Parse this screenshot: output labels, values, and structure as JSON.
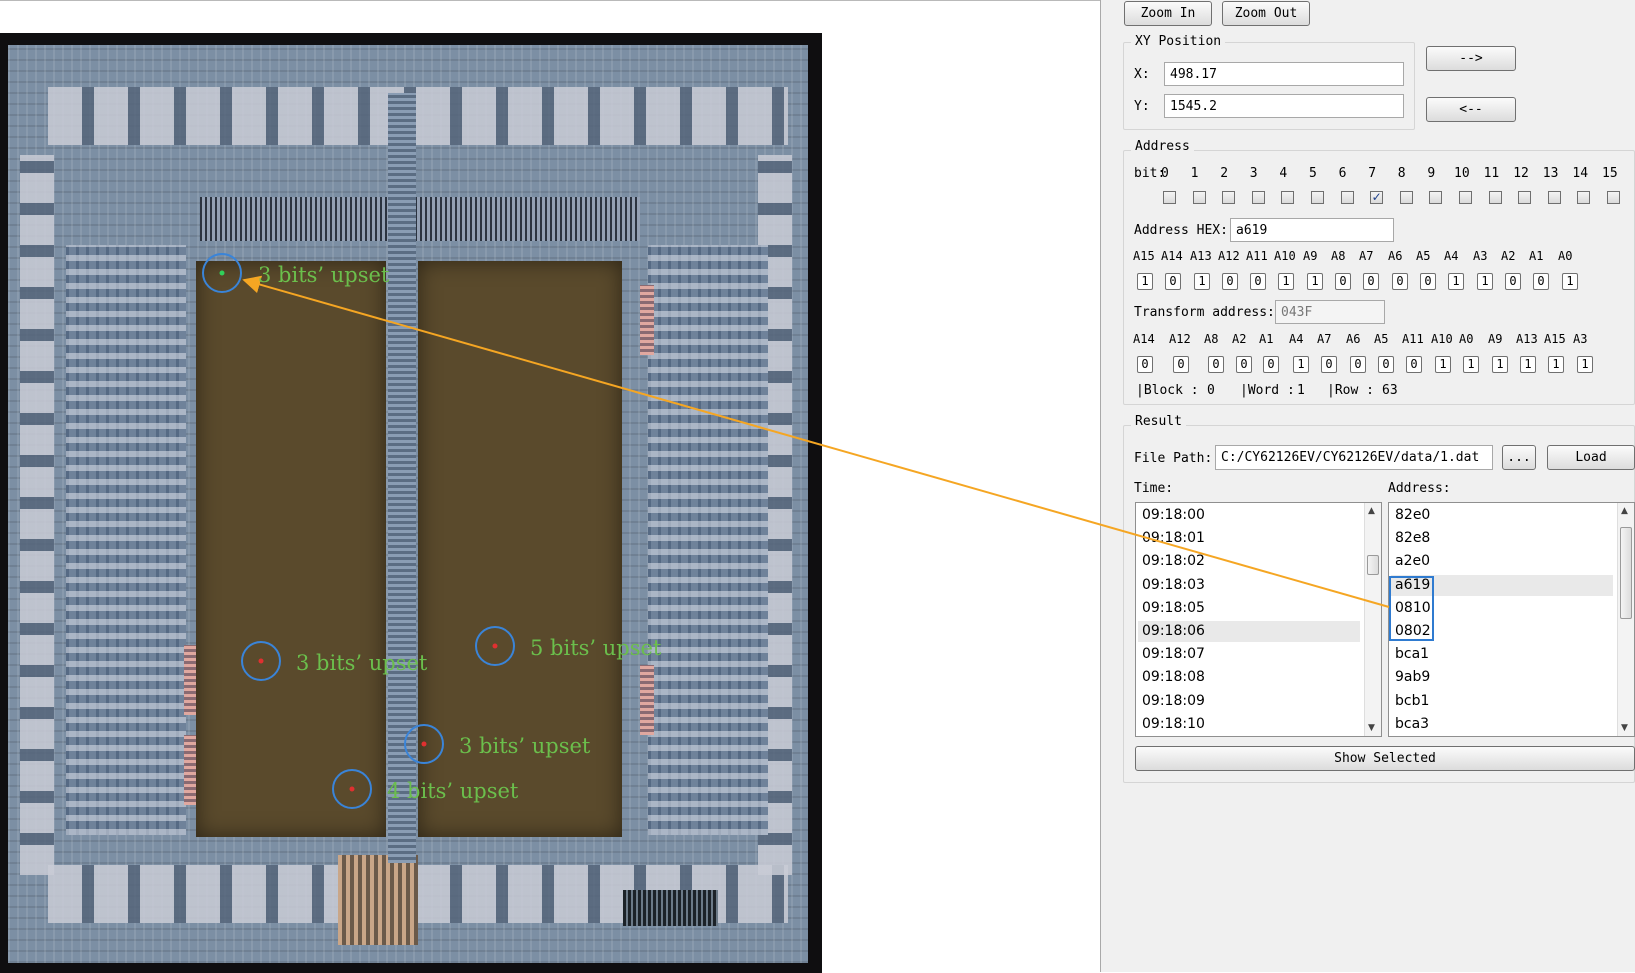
{
  "viewer": {
    "annotations": [
      {
        "label": "3 bits’ upset",
        "marker_color": "#31d05a"
      },
      {
        "label": "3 bits’ upset",
        "marker_color": "#e03030"
      },
      {
        "label": "5 bits’ upset",
        "marker_color": "#e03030"
      },
      {
        "label": "3 bits’ upset",
        "marker_color": "#e03030"
      },
      {
        "label": "4 bits’ upset",
        "marker_color": "#e03030"
      }
    ],
    "annotation_text_color": "#6bbf4c",
    "circle_color": "#3a84d8",
    "arrow_color": "#f5a623"
  },
  "toolbar": {
    "zoom_in": "Zoom In",
    "zoom_out": "Zoom Out"
  },
  "xy": {
    "title": "XY Position",
    "x_label": "X:",
    "x_value": "498.17",
    "y_label": "Y:",
    "y_value": "1545.2",
    "forward_button": "-->",
    "back_button": "<--"
  },
  "address": {
    "title": "Address",
    "bit_label": "bit:",
    "bits": [
      "0",
      "1",
      "2",
      "3",
      "4",
      "5",
      "6",
      "7",
      "8",
      "9",
      "10",
      "11",
      "12",
      "13",
      "14",
      "15"
    ],
    "checked": [
      false,
      false,
      false,
      false,
      false,
      false,
      false,
      true,
      false,
      false,
      false,
      false,
      false,
      false,
      false,
      false
    ],
    "hex_label": "Address HEX:",
    "hex_value": "a619",
    "a_labels": [
      "A15",
      "A14",
      "A13",
      "A12",
      "A11",
      "A10",
      "A9",
      "A8",
      "A7",
      "A6",
      "A5",
      "A4",
      "A3",
      "A2",
      "A1",
      "A0"
    ],
    "a_values": [
      "1",
      "0",
      "1",
      "0",
      "0",
      "1",
      "1",
      "0",
      "0",
      "0",
      "0",
      "1",
      "1",
      "0",
      "0",
      "1"
    ],
    "transform_label": "Transform address:",
    "transform_value": "043F",
    "t_labels": [
      "A14",
      "A12",
      "A8",
      "A2",
      "A1",
      "A4",
      "A7",
      "A6",
      "A5",
      "A11",
      "A10",
      "A0",
      "A9",
      "A13",
      "A15",
      "A3"
    ],
    "t_values": [
      "0",
      "0",
      "0",
      "0",
      "0",
      "1",
      "0",
      "0",
      "0",
      "0",
      "1",
      "1",
      "1",
      "1",
      "1",
      "1"
    ],
    "block_label": "|Block :",
    "block_value": "0",
    "word_label": "|Word :",
    "word_value": "1",
    "row_label": "|Row :",
    "row_value": "63"
  },
  "result": {
    "title": "Result",
    "file_label": "File Path:",
    "file_value": "C:/CY62126EV/CY62126EV/data/1.dat",
    "browse_button": "...",
    "load_button": "Load",
    "time_label": "Time:",
    "address_label": "Address:",
    "times": [
      "09:18:00",
      "09:18:01",
      "09:18:02",
      "09:18:03",
      "09:18:05",
      "09:18:06",
      "09:18:07",
      "09:18:08",
      "09:18:09",
      "09:18:10"
    ],
    "addresses": [
      "82e0",
      "82e8",
      "a2e0",
      "a619",
      "0810",
      "0802",
      "bca1",
      "9ab9",
      "bcb1",
      "bca3"
    ],
    "show_selected": "Show Selected"
  }
}
